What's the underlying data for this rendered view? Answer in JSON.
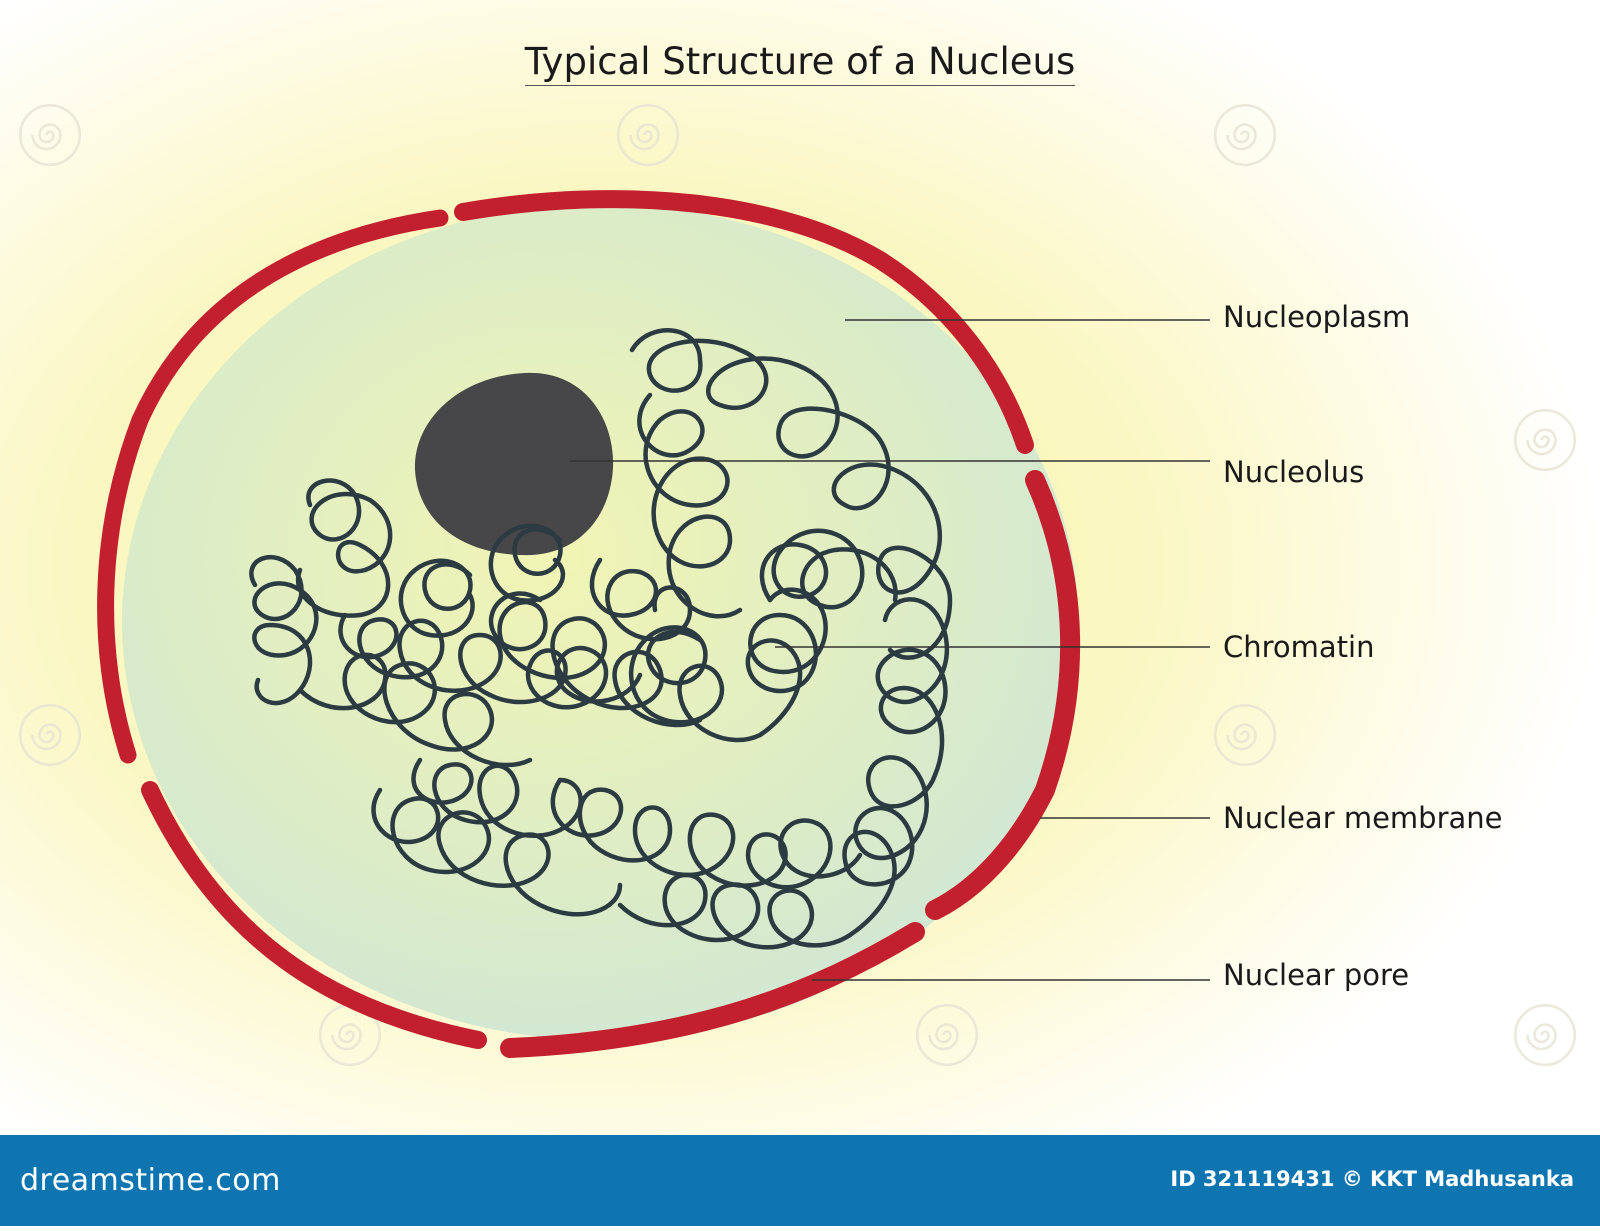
{
  "title": "Typical Structure of a Nucleus",
  "labels": {
    "nucleoplasm": "Nucleoplasm",
    "nucleolus": "Nucleolus",
    "chromatin": "Chromatin",
    "nuclear_membrane": "Nuclear membrane",
    "nuclear_pore": "Nuclear pore"
  },
  "footer": {
    "brand": "dreamstime.com",
    "credit": "ID 321119431 © KKT Madhusanka"
  },
  "colors": {
    "membrane": "#c3202f",
    "nucleoplasm": "#e3efc2",
    "nucleolus": "#474749",
    "chromatin": "#2c3a42",
    "background_glow": "#fbf7b8",
    "footer_bar": "#0f75b0"
  },
  "icons": {
    "watermark": "spiral-icon"
  }
}
